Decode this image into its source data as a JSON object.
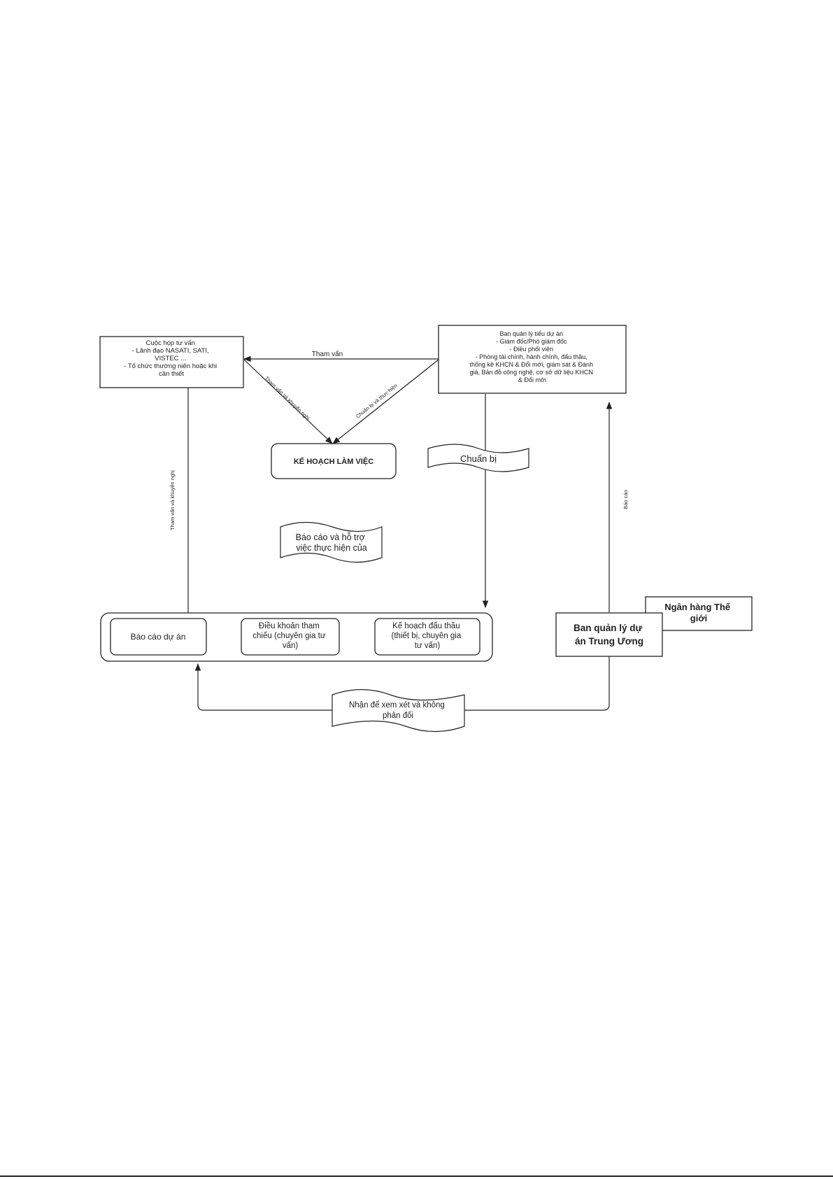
{
  "nodes": {
    "advisory_meeting": {
      "lines": [
        "Cuộc họp tư vấn",
        "- Lãnh đạo NASATI, SATI,",
        "VISTEC ...",
        "- Tổ chức thường niên hoặc khi",
        "cần thiết"
      ]
    },
    "pmu": {
      "lines": [
        "Ban quản lý tiểu dự án",
        "- Giám đốc/Phó giám đốc",
        "- Điều phối viên",
        "- Phòng tài chính, hành chính, đấu thầu,",
        "thống kê KHCN & Đổi mới, giám sát & Đánh",
        "giá, Bản đồ công nghệ, cơ sở dữ liệu KHCN",
        "& Đổi mới"
      ]
    },
    "work_plan": {
      "label": "KẾ HOẠCH LÀM VIỆC"
    },
    "prepare": {
      "label": "Chuẩn bị"
    },
    "report_support": {
      "lines": [
        "Báo cáo và hỗ trợ",
        "việc thực hiện của"
      ]
    },
    "project_report": {
      "label": "Báo cáo dự án"
    },
    "tor": {
      "lines": [
        "Điều khoản tham",
        "chiếu (chuyên gia tư",
        "vấn)"
      ]
    },
    "procurement_plan": {
      "lines": [
        "Kế hoạch đấu thầu",
        "(thiết bị, chuyên gia",
        "tư vấn)"
      ]
    },
    "central_pmu": {
      "lines": [
        "Ban quản lý dự",
        "án Trung Ương"
      ]
    },
    "world_bank": {
      "lines": [
        "Ngân hàng Thế",
        "giới"
      ]
    },
    "review": {
      "lines": [
        "Nhận để xem xét và không",
        "phản đối"
      ]
    }
  },
  "edges": {
    "consult": "Tham vấn",
    "consult_recommend": "Tham vấn và khuyến nghị",
    "prepare_implement": "Chuẩn bị và thực hiện",
    "consult_recommend_down": "Tham vấn và khuyến nghị",
    "report_up": "Báo cáo"
  }
}
